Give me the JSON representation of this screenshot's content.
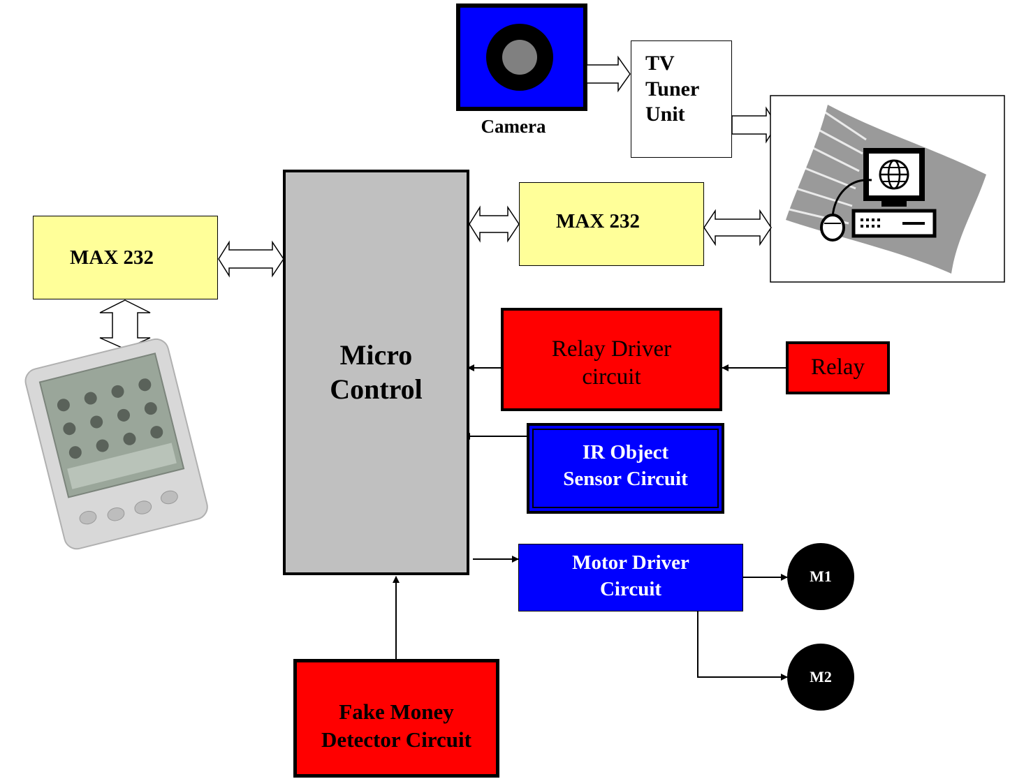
{
  "blocks": {
    "camera_label": "Camera",
    "tv_tuner_line1": "TV",
    "tv_tuner_line2": "Tuner",
    "tv_tuner_line3": "Unit",
    "max232_left": "MAX 232",
    "max232_right": "MAX 232",
    "micro_line1": "Micro",
    "micro_line2": "Control",
    "relay_driver_line1": "Relay Driver",
    "relay_driver_line2": "circuit",
    "relay": "Relay",
    "ir_line1": "IR Object",
    "ir_line2": "Sensor Circuit",
    "motor_driver_line1": "Motor Driver",
    "motor_driver_line2": "Circuit",
    "fake_money_line1": "Fake Money",
    "fake_money_line2": "Detector Circuit",
    "m1": "M1",
    "m2": "M2"
  },
  "icons": {
    "camera": "camera-icon",
    "pc": "desktop-computer-icon",
    "pda": "pda-handheld-icon"
  },
  "colors": {
    "yellow": "#ffff99",
    "red": "#ff0000",
    "blue": "#0000ff",
    "gray": "#c0c0c0"
  }
}
